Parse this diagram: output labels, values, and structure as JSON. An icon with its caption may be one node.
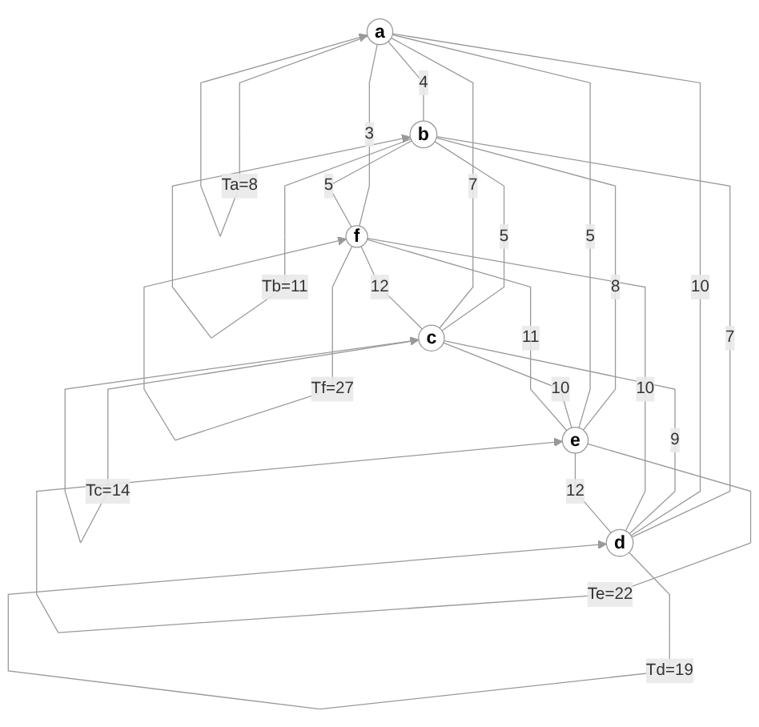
{
  "diagram": {
    "nodes": [
      {
        "text": [
          "a"
        ]
      },
      {
        "text": [
          "b"
        ]
      },
      {
        "text": [
          "c"
        ]
      },
      {
        "text": [
          "f"
        ]
      },
      {
        "text": [
          "d"
        ]
      },
      {
        "text": [
          "e"
        ]
      }
    ],
    "edges": [
      {
        "from": 0,
        "to": 0,
        "arrow": "to",
        "label": "Ta=8"
      },
      {
        "from": 1,
        "to": 1,
        "arrow": "to",
        "label": "Tb=11"
      },
      {
        "from": 2,
        "to": 2,
        "arrow": "to",
        "label": "Tc=14"
      },
      {
        "from": 3,
        "to": 3,
        "arrow": "to",
        "label": "Tf=27"
      },
      {
        "from": 4,
        "to": 4,
        "arrow": "to",
        "label": "Td=19"
      },
      {
        "from": 5,
        "to": 5,
        "arrow": "to",
        "label": "Te=22"
      },
      {
        "from": 0,
        "to": 1,
        "arrow": "none",
        "label": "4"
      },
      {
        "from": 1,
        "to": 2,
        "arrow": "none",
        "label": "5"
      },
      {
        "from": 0,
        "to": 2,
        "arrow": "none",
        "label": "7"
      },
      {
        "from": 1,
        "to": 4,
        "arrow": "none",
        "label": "7"
      },
      {
        "from": 0,
        "to": 4,
        "arrow": "none",
        "label": "10"
      },
      {
        "from": 1,
        "to": 5,
        "arrow": "none",
        "label": "8"
      },
      {
        "from": 0,
        "to": 5,
        "arrow": "none",
        "label": "5"
      },
      {
        "from": 0,
        "to": 3,
        "arrow": "none",
        "label": "3"
      },
      {
        "from": 1,
        "to": 3,
        "arrow": "none",
        "label": "5"
      },
      {
        "from": 3,
        "to": 2,
        "arrow": "none",
        "label": "12"
      },
      {
        "from": 2,
        "to": 5,
        "arrow": "none",
        "label": "10"
      },
      {
        "from": 2,
        "to": 4,
        "arrow": "none",
        "label": "9"
      },
      {
        "from": 3,
        "to": 4,
        "arrow": "none",
        "label": "10"
      },
      {
        "from": 3,
        "to": 5,
        "arrow": "none",
        "label": "11"
      },
      {
        "from": 5,
        "to": 4,
        "arrow": "none",
        "label": "12"
      }
    ]
  }
}
